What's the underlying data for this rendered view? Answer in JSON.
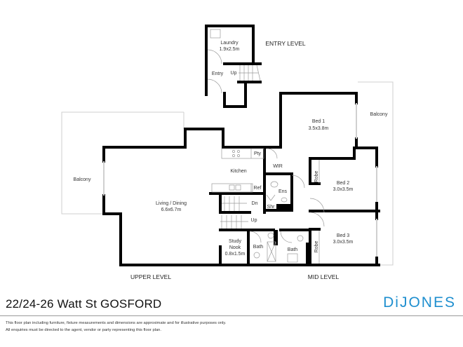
{
  "property": {
    "address": "22/24-26 Watt St GOSFORD",
    "brand": "DiJONES",
    "brand_color": "#1f8fcf"
  },
  "levels": {
    "entry": "ENTRY LEVEL",
    "upper": "UPPER LEVEL",
    "mid": "MID LEVEL"
  },
  "rooms": {
    "laundry": {
      "name": "Laundry",
      "size": "1.9x2.5m"
    },
    "entry": {
      "name": "Entry"
    },
    "entry_stairs": {
      "name": "Up"
    },
    "bed1": {
      "name": "Bed 1",
      "size": "3.5x3.8m"
    },
    "balcony_right": {
      "name": "Balcony"
    },
    "balcony_left": {
      "name": "Balcony"
    },
    "kitchen": {
      "name": "Kitchen"
    },
    "pantry": {
      "name": "Pty"
    },
    "wir": {
      "name": "WIR"
    },
    "fridge": {
      "name": "Ref"
    },
    "ensuite": {
      "name": "Ens"
    },
    "shower": {
      "name": "Shr"
    },
    "stairs_down": {
      "name": "Dn"
    },
    "stairs_up": {
      "name": "Up"
    },
    "living": {
      "name": "Living / Dining",
      "size": "6.6x6.7m"
    },
    "bed2": {
      "name": "Bed 2",
      "size": "3.0x3.5m"
    },
    "robe2": {
      "name": "Robe"
    },
    "bed3": {
      "name": "Bed 3",
      "size": "3.0x3.5m"
    },
    "robe3": {
      "name": "Robe"
    },
    "study": {
      "name_line1": "Study",
      "name_line2": "Nook",
      "size": "0.8x1.5m"
    },
    "bath1": {
      "name": "Bath"
    },
    "bath2": {
      "name": "Bath"
    }
  },
  "disclaimer": {
    "line1": "This floor plan including furniture, fixture measurements and dimensions are approximate and for illustrative purposes only.",
    "line2": "All enquiries must be directed to the agent, vendor or party representing this floor plan."
  }
}
